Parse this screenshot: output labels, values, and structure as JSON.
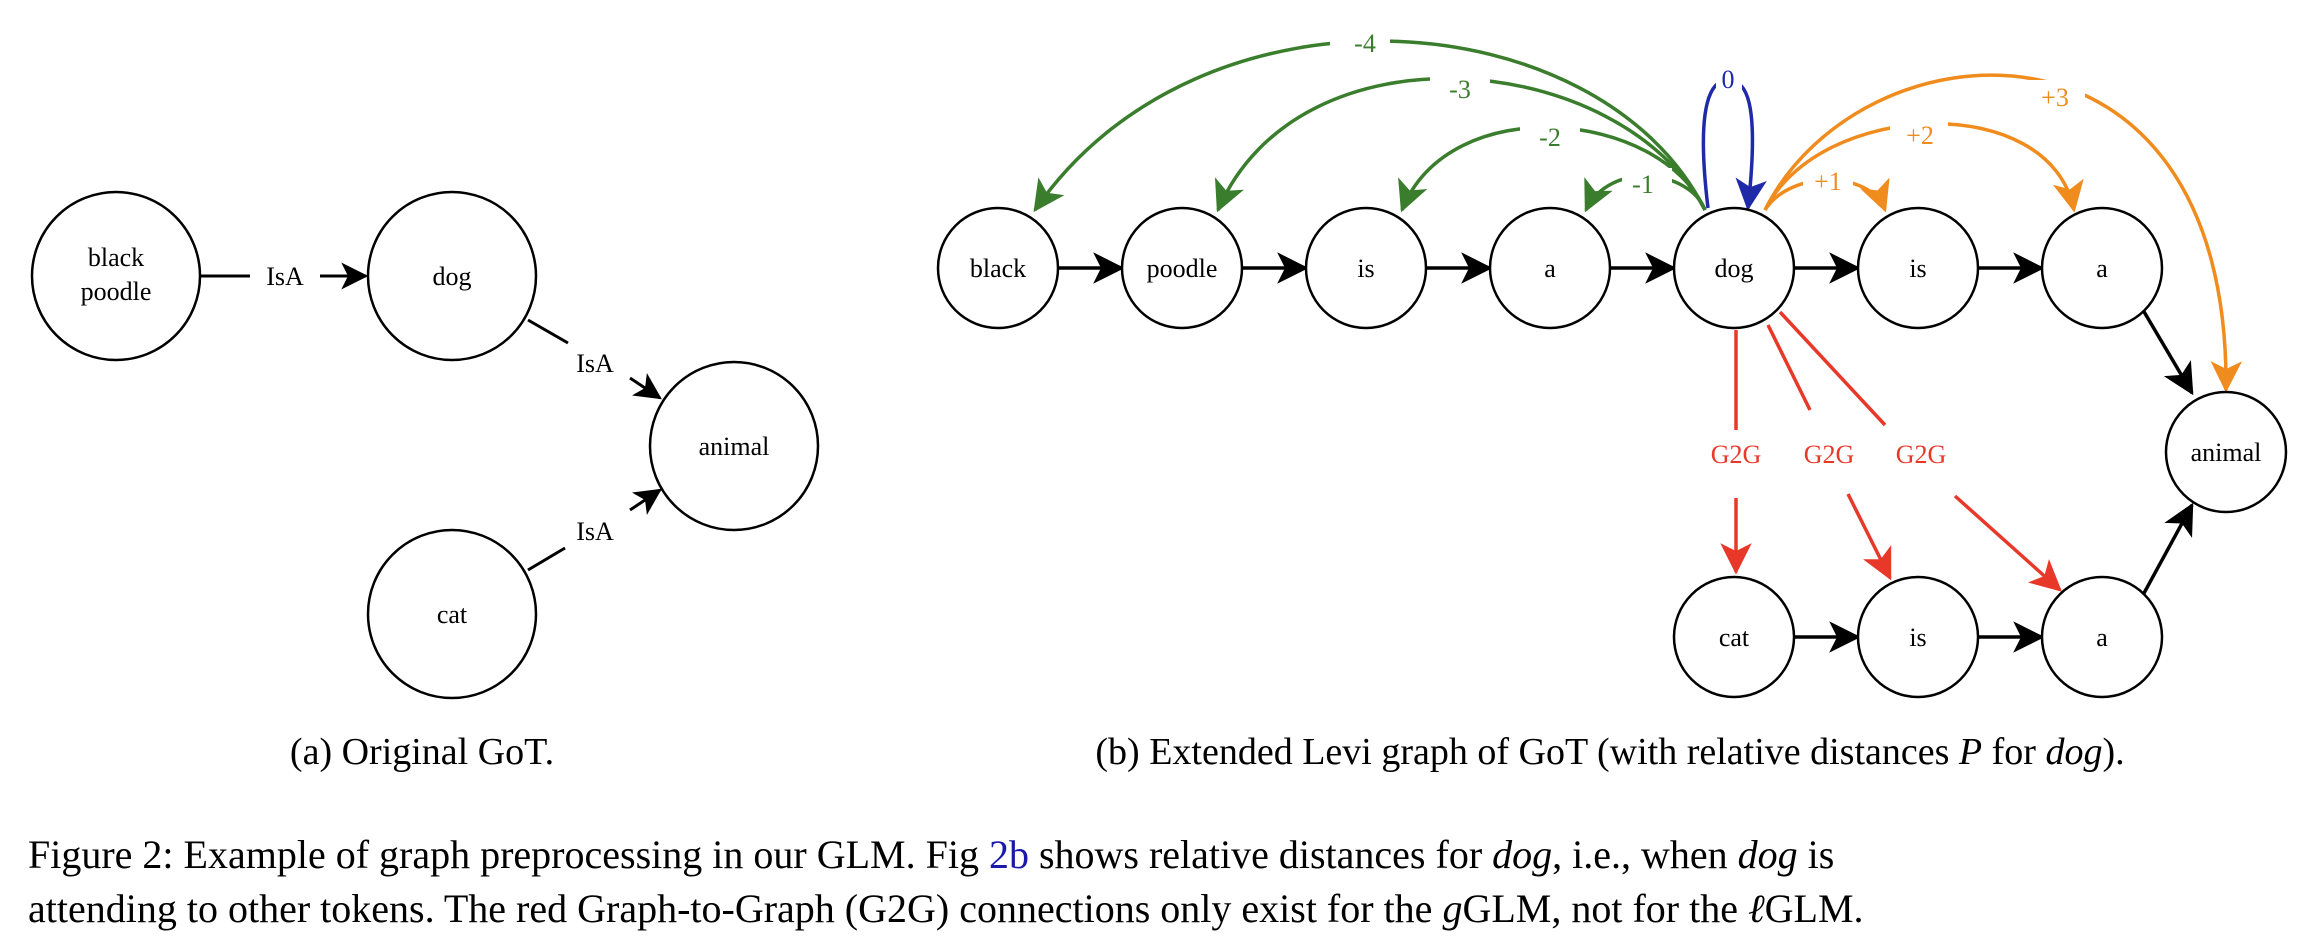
{
  "colors": {
    "green": "#3a7d2c",
    "blue": "#1f2aa8",
    "orange": "#f08c1e",
    "red": "#e8382a",
    "black": "#000000"
  },
  "panel_a": {
    "nodes": {
      "black_poodle_line1": "black",
      "black_poodle_line2": "poodle",
      "dog": "dog",
      "animal": "animal",
      "cat": "cat"
    },
    "edge_labels": {
      "e1": "IsA",
      "e2": "IsA",
      "e3": "IsA"
    },
    "caption": "(a) Original GoT."
  },
  "panel_b": {
    "nodes": {
      "black": "black",
      "poodle": "poodle",
      "is1": "is",
      "a1": "a",
      "dog": "dog",
      "is2": "is",
      "a2": "a",
      "animal": "animal",
      "cat": "cat",
      "is3": "is",
      "a3": "a"
    },
    "distances": {
      "m4": "-4",
      "m3": "-3",
      "m2": "-2",
      "m1": "-1",
      "zero": "0",
      "p1": "+1",
      "p2": "+2",
      "p3": "+3"
    },
    "g2g": {
      "l1": "G2G",
      "l2": "G2G",
      "l3": "G2G"
    },
    "caption_pre": "(b) Extended Levi graph of GoT (with relative distances ",
    "caption_var": "P",
    "caption_mid": " for ",
    "caption_word": "dog",
    "caption_post": ")."
  },
  "figure_caption": {
    "line1_a": "Figure 2: Example of graph preprocessing in our GLM. Fig ",
    "line1_ref": "2b",
    "line1_b": " shows relative distances for ",
    "line1_dog1": "dog",
    "line1_c": ", i.e., when ",
    "line1_dog2": "dog",
    "line1_d": " is",
    "line2_a": "attending to other tokens. The red Graph-to-Graph (G2G) connections only exist for the ",
    "line2_g": "g",
    "line2_b": "GLM, not for the ",
    "line2_l": "ℓ",
    "line2_c": "GLM."
  }
}
